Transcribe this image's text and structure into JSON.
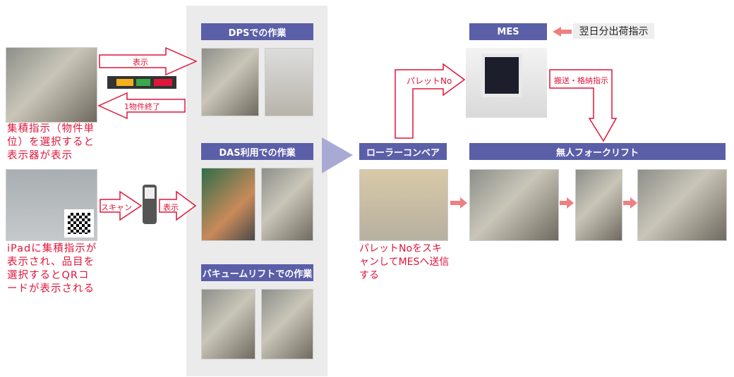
{
  "left": {
    "caption1": "集積指示（物件単位）を選択すると表示器が表示",
    "arrow_show": "表示",
    "arrow_done": "1物件終了",
    "caption2": "iPadに集積指示が表示され、品目を選択するとQRコードが表示される",
    "arrow_scan": "スキャン",
    "arrow_show2": "表示"
  },
  "center": {
    "dps": "DPSでの作業",
    "das": "DAS利用での作業",
    "vacuum": "バキュームリフトでの作業"
  },
  "right": {
    "mes": "MES",
    "next_day": "翌日分出荷指示",
    "pallet_no": "パレットNo",
    "transport": "搬送・格納指示",
    "conveyor": "ローラーコンベア",
    "forklift": "無人フォークリフト",
    "conveyor_caption": "パレットNoをスキャンしてMESへ送信する"
  },
  "colors": {
    "accent": "#5b5fa8",
    "red": "#e0153a",
    "pink": "#f08080"
  }
}
